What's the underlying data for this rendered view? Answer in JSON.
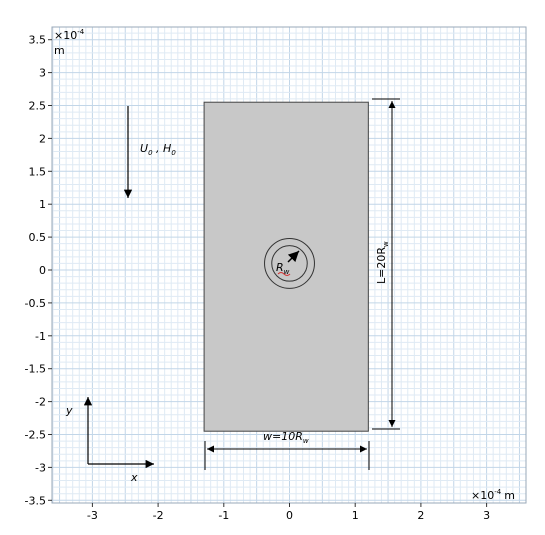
{
  "axes": {
    "scale_label": "×10",
    "scale_exponent": "-4",
    "unit": "m",
    "x_range": [
      -3.6,
      3.6
    ],
    "y_range": [
      -3.5,
      3.6
    ],
    "x_ticks": [
      "-3",
      "-2",
      "-1",
      "0",
      "1",
      "2",
      "3"
    ],
    "y_ticks": [
      "3.5",
      "3",
      "2.5",
      "2",
      "1.5",
      "1",
      "0.5",
      "0",
      "-0.5",
      "-1",
      "-1.5",
      "-2",
      "-2.5",
      "-3",
      "-3.5"
    ],
    "grid": true,
    "colors": {
      "grid_minor": "#dfeaf4",
      "grid_major": "#c2d6e8"
    }
  },
  "geometry": {
    "rectangle": {
      "x0": -1.3,
      "x1": 1.2,
      "y0": -2.45,
      "y1": 2.55,
      "fill": "#c8c8c8"
    },
    "circles": {
      "center": [
        0,
        0.1
      ],
      "r_inner": 0.27,
      "r_outer": 0.38
    }
  },
  "labels": {
    "flow_U": "U",
    "flow_U_sub": "0",
    "flow_sep": " , ",
    "flow_H": "H",
    "flow_H_sub": "0",
    "radius": "R",
    "radius_sub": "w",
    "length": "L=20R",
    "length_sub": "w",
    "width": "w=10R",
    "width_sub": "w",
    "axis_x": "x",
    "axis_y": "y"
  }
}
